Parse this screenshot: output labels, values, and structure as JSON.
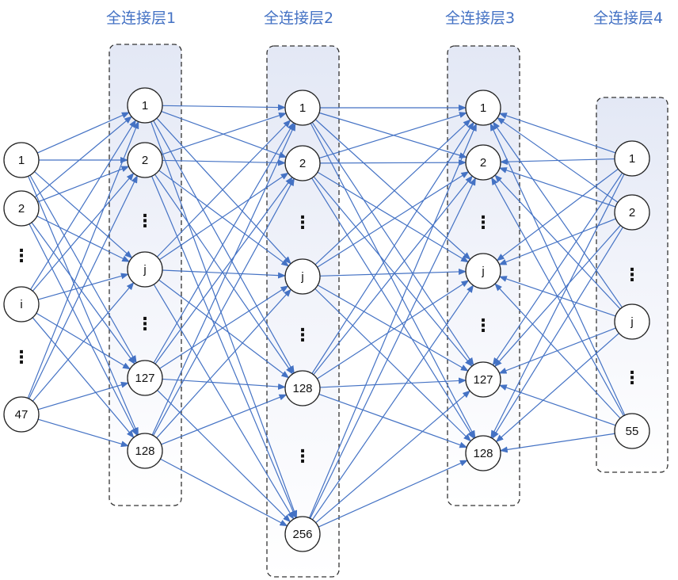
{
  "layers": [
    {
      "title": "",
      "nodes": [
        "1",
        "2",
        "⋮",
        "i",
        "⋮",
        "47"
      ]
    },
    {
      "title": "全连接层1",
      "nodes": [
        "1",
        "2",
        "⋮",
        "j",
        "⋮",
        "127",
        "128"
      ]
    },
    {
      "title": "全连接层2",
      "nodes": [
        "1",
        "2",
        "⋮",
        "j",
        "⋮",
        "128",
        "⋮",
        "256"
      ]
    },
    {
      "title": "全连接层3",
      "nodes": [
        "1",
        "2",
        "⋮",
        "j",
        "⋮",
        "127",
        "128"
      ]
    },
    {
      "title": "全连接层4",
      "nodes": [
        "1",
        "2",
        "⋮",
        "j",
        "⋮",
        "55"
      ]
    }
  ],
  "colors": {
    "edge": "#4472c4",
    "title": "#4472c4",
    "node_stroke": "#222222",
    "box_stroke": "#333333",
    "box_fill_top": "#e3e8f5",
    "box_fill_bottom": "#ffffff"
  }
}
